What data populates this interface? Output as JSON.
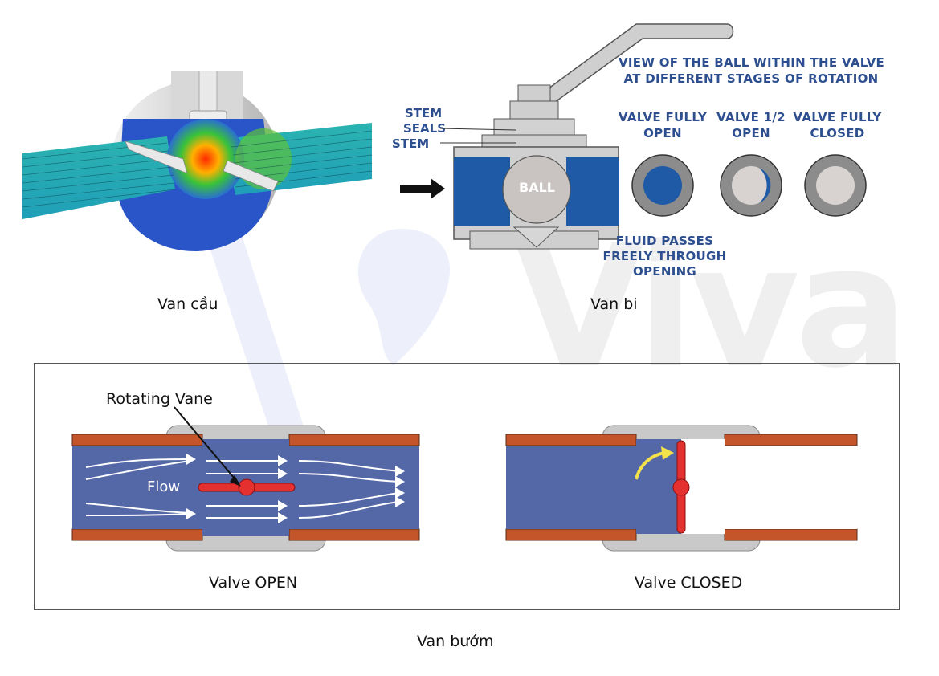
{
  "watermark": {
    "text": "Viva"
  },
  "globe_valve": {
    "caption": "Van cầu"
  },
  "ball_valve": {
    "caption": "Van bi",
    "title_line1": "VIEW OF THE BALL WITHIN THE VALVE",
    "title_line2": "AT DIFFERENT STAGES OF ROTATION",
    "part_stem_top": "STEM",
    "part_seals": "SEALS",
    "part_stem_bottom": "STEM",
    "ball_label": "BALL",
    "stages": [
      {
        "line1": "VALVE FULLY",
        "line2": "OPEN"
      },
      {
        "line1": "VALVE 1/2",
        "line2": "OPEN"
      },
      {
        "line1": "VALVE FULLY",
        "line2": "CLOSED"
      }
    ],
    "note_line1": "FLUID PASSES",
    "note_line2": "FREELY THROUGH",
    "note_line3": "OPENING"
  },
  "butterfly_valve": {
    "caption": "Van bướm",
    "rotating_vane_label": "Rotating Vane",
    "flow_label": "Flow",
    "open_label": "Valve OPEN",
    "closed_label": "Valve CLOSED"
  },
  "colors": {
    "pipe_blue": "#5468a8",
    "pipe_wall": "#c4552a",
    "vane_red": "#e53030",
    "steel_gray": "#c8c8c8",
    "label_blue": "#2d4f8f",
    "ball_fluid_blue": "#1f5aa6",
    "arrow_yellow": "#f4e24a"
  },
  "icons": [
    "right-arrow-icon",
    "curved-arrow-icon"
  ]
}
